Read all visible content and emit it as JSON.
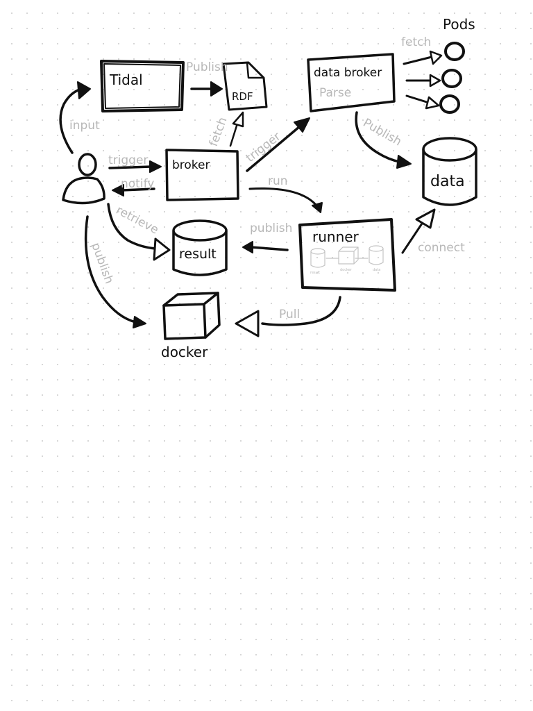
{
  "nodes": {
    "tidal": "Tidal",
    "rdf": "RDF",
    "data_broker": "data broker",
    "parse": "Parse",
    "pods": "Pods",
    "broker": "broker",
    "data": "data",
    "runner": "runner",
    "result": "result",
    "docker": "docker"
  },
  "runner_inner": {
    "result": "result",
    "docker": "docker",
    "data": "data"
  },
  "edges": {
    "input": "input",
    "publish_rdf": "Publish",
    "fetch_rdf": "fetch",
    "trigger_broker": "trigger",
    "notify": "notify",
    "trigger_data_broker": "trigger",
    "fetch_pods": "fetch",
    "publish_data": "Publish",
    "run": "run",
    "retrieve": "retrieve",
    "publish_result": "publish",
    "connect": "connect",
    "publish_docker": "publish",
    "pull": "Pull"
  }
}
